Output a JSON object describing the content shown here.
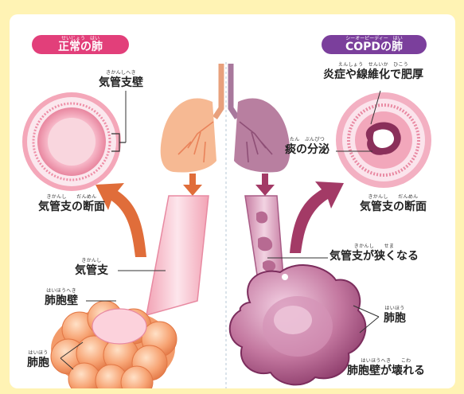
{
  "left": {
    "badge": {
      "ruby": "せいじょう　はい",
      "text": "正常の肺"
    },
    "wall_label": {
      "ruby": "きかんしへき",
      "text": "気管支壁"
    },
    "section_label": {
      "ruby": "きかんし　　だんめん",
      "text": "気管支の断面"
    },
    "bronchus_label": {
      "ruby": "きかんし",
      "text": "気管支"
    },
    "alveolar_wall_label": {
      "ruby": "はいほうへき",
      "text": "肺胞壁"
    },
    "alveoli_label": {
      "ruby": "はいほう",
      "text": "肺胞"
    }
  },
  "right": {
    "badge": {
      "ruby": "シーオーピーディー　はい",
      "text": "COPDの肺"
    },
    "thickening_label": {
      "ruby": "えんしょう　せんいか　ひこう",
      "text": "炎症や線維化で肥厚"
    },
    "sputum_label": {
      "ruby": "たん　ぶんぴつ",
      "text": "痰の分泌"
    },
    "section_label": {
      "ruby": "きかんし　　だんめん",
      "text": "気管支の断面"
    },
    "narrow_label": {
      "ruby": "きかんし　　せま",
      "text": "気管支が狭くなる"
    },
    "alveoli_label": {
      "ruby": "はいほう",
      "text": "肺胞"
    },
    "broken_label": {
      "ruby": "はいほうへき　　こわ",
      "text": "肺胞壁が壊れる"
    }
  },
  "colors": {
    "background": "#fff3b4",
    "normal_badge": "#e23f7a",
    "copd_badge": "#7b3f9c",
    "arrow_normal": "#e06d3a",
    "arrow_copd": "#a33a66",
    "normal_lung": "#f6b993",
    "copd_lung": "#b87fa0"
  },
  "icons": [
    "lung-icon-normal",
    "lung-icon-copd",
    "alveoli-cluster-normal",
    "alveoli-cluster-copd"
  ]
}
